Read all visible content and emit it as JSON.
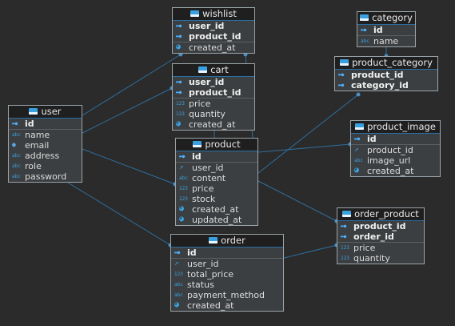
{
  "diagram": {
    "entities": [
      {
        "id": "wishlist",
        "title": "wishlist",
        "fields": [
          {
            "name": "user_id",
            "icon": "key",
            "pk": true
          },
          {
            "name": "product_id",
            "icon": "key",
            "pk": true
          },
          {
            "name": "created_at",
            "icon": "time",
            "pk": false
          }
        ]
      },
      {
        "id": "category",
        "title": "category",
        "fields": [
          {
            "name": "id",
            "icon": "key",
            "pk": true
          },
          {
            "name": "name",
            "icon": "str",
            "pk": false
          }
        ]
      },
      {
        "id": "product_category",
        "title": "product_category",
        "fields": [
          {
            "name": "product_id",
            "icon": "key",
            "pk": true
          },
          {
            "name": "category_id",
            "icon": "key",
            "pk": true
          }
        ]
      },
      {
        "id": "cart",
        "title": "cart",
        "fields": [
          {
            "name": "user_id",
            "icon": "key",
            "pk": true
          },
          {
            "name": "product_id",
            "icon": "key",
            "pk": true
          },
          {
            "name": "price",
            "icon": "num",
            "pk": false
          },
          {
            "name": "quantity",
            "icon": "num",
            "pk": false
          },
          {
            "name": "created_at",
            "icon": "time",
            "pk": false
          }
        ]
      },
      {
        "id": "user",
        "title": "user",
        "fields": [
          {
            "name": "id",
            "icon": "key",
            "pk": true
          },
          {
            "name": "name",
            "icon": "str",
            "pk": false
          },
          {
            "name": "email",
            "icon": "link",
            "pk": false
          },
          {
            "name": "address",
            "icon": "str",
            "pk": false
          },
          {
            "name": "role",
            "icon": "str",
            "pk": false
          },
          {
            "name": "password",
            "icon": "str",
            "pk": false
          }
        ]
      },
      {
        "id": "product_image",
        "title": "product_image",
        "fields": [
          {
            "name": "id",
            "icon": "key",
            "pk": true
          },
          {
            "name": "product_id",
            "icon": "fk",
            "pk": false
          },
          {
            "name": "image_url",
            "icon": "str",
            "pk": false
          },
          {
            "name": "created_at",
            "icon": "time",
            "pk": false
          }
        ]
      },
      {
        "id": "product",
        "title": "product",
        "fields": [
          {
            "name": "id",
            "icon": "key",
            "pk": true
          },
          {
            "name": "user_id",
            "icon": "fk",
            "pk": false
          },
          {
            "name": "content",
            "icon": "str",
            "pk": false
          },
          {
            "name": "price",
            "icon": "num",
            "pk": false
          },
          {
            "name": "stock",
            "icon": "num",
            "pk": false
          },
          {
            "name": "created_at",
            "icon": "time",
            "pk": false
          },
          {
            "name": "updated_at",
            "icon": "time",
            "pk": false
          }
        ]
      },
      {
        "id": "order_product",
        "title": "order_product",
        "fields": [
          {
            "name": "product_id",
            "icon": "key",
            "pk": true
          },
          {
            "name": "order_id",
            "icon": "key",
            "pk": true
          },
          {
            "name": "price",
            "icon": "num",
            "pk": false
          },
          {
            "name": "quantity",
            "icon": "num",
            "pk": false
          }
        ]
      },
      {
        "id": "order",
        "title": "order",
        "fields": [
          {
            "name": "id",
            "icon": "key",
            "pk": true
          },
          {
            "name": "user_id",
            "icon": "fk",
            "pk": false
          },
          {
            "name": "total_price",
            "icon": "num",
            "pk": false
          },
          {
            "name": "status",
            "icon": "str",
            "pk": false
          },
          {
            "name": "payment_method",
            "icon": "str",
            "pk": false
          },
          {
            "name": "created_at",
            "icon": "time",
            "pk": false
          }
        ]
      }
    ],
    "relations": [
      {
        "from": "wishlist",
        "to": "user"
      },
      {
        "from": "wishlist",
        "to": "product"
      },
      {
        "from": "cart",
        "to": "user"
      },
      {
        "from": "cart",
        "to": "product"
      },
      {
        "from": "product_category",
        "to": "category"
      },
      {
        "from": "product_category",
        "to": "product"
      },
      {
        "from": "product_image",
        "to": "product"
      },
      {
        "from": "product",
        "to": "user"
      },
      {
        "from": "order_product",
        "to": "product"
      },
      {
        "from": "order_product",
        "to": "order"
      },
      {
        "from": "order",
        "to": "user"
      }
    ],
    "colors": {
      "background": "#2b2b2b",
      "line": "#2f6f9e",
      "accent": "#3aa0e0"
    }
  }
}
